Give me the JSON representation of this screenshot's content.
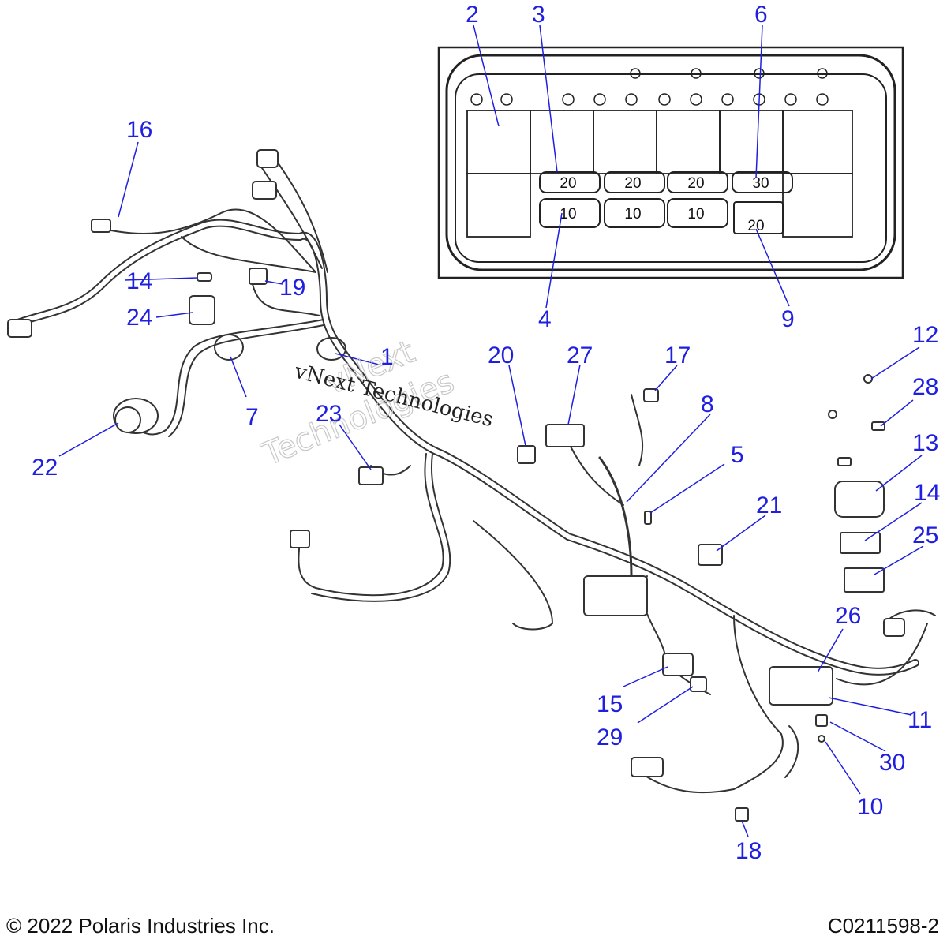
{
  "fuse_box": {
    "upper_fuses": [
      "20",
      "20",
      "20",
      "30"
    ],
    "lower_fuses": [
      "10",
      "10",
      "10"
    ],
    "relay_fuse": "20"
  },
  "callouts": {
    "c1": "1",
    "c2": "2",
    "c3": "3",
    "c4": "4",
    "c5": "5",
    "c6": "6",
    "c7": "7",
    "c8": "8",
    "c9": "9",
    "c10": "10",
    "c11": "11",
    "c12": "12",
    "c13": "13",
    "c14a": "14",
    "c14b": "14",
    "c15": "15",
    "c16": "16",
    "c17": "17",
    "c18": "18",
    "c19": "19",
    "c20": "20",
    "c21": "21",
    "c22": "22",
    "c23": "23",
    "c24": "24",
    "c25": "25",
    "c26": "26",
    "c27": "27",
    "c28": "28",
    "c29": "29",
    "c30": "30"
  },
  "watermark": {
    "line1": "vNext Technologies",
    "outline_a": "vNext",
    "outline_b": "Technologies"
  },
  "footer": {
    "copyright": "© 2022 Polaris Industries Inc.",
    "drawing_id": "C0211598-2"
  }
}
